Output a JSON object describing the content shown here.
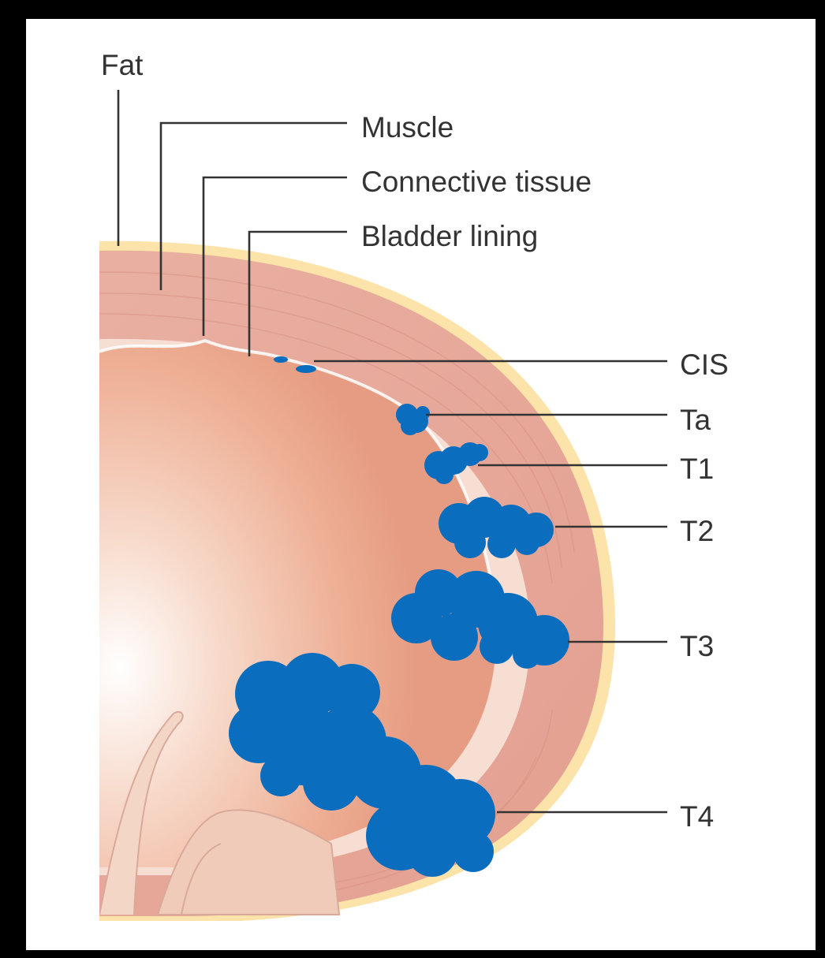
{
  "layers": {
    "fat": "Fat",
    "muscle": "Muscle",
    "connective_tissue": "Connective tissue",
    "bladder_lining": "Bladder lining"
  },
  "stages": {
    "cis": "CIS",
    "ta": "Ta",
    "t1": "T1",
    "t2": "T2",
    "t3": "T3",
    "t4": "T4"
  },
  "colors": {
    "background": "#000000",
    "panel": "#ffffff",
    "fat": "#fbe3a9",
    "muscle": "#e8a99a",
    "connective_tissue": "#f6ddd2",
    "bladder_lumen": "#eba88c",
    "tumour": "#0a6dbd",
    "label_text": "#333333"
  }
}
